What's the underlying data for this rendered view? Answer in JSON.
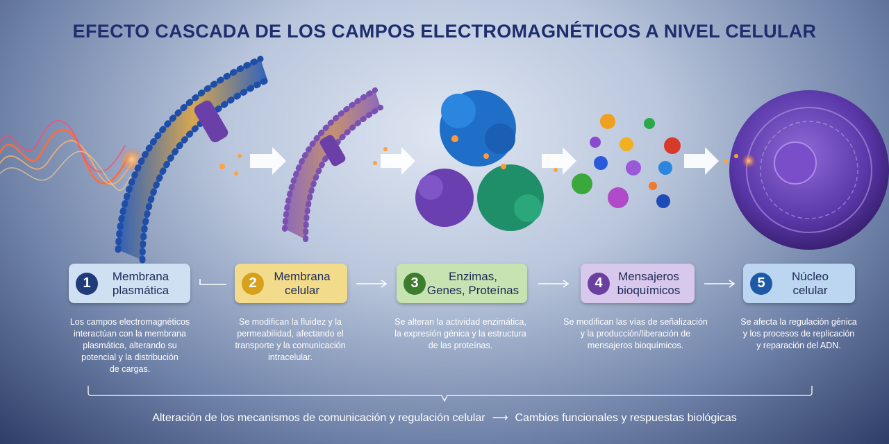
{
  "title": "EFECTO CASCADA DE LOS CAMPOS ELECTROMAGNÉTICOS A NIVEL CELULAR",
  "steps": [
    {
      "number": "1",
      "label": "Membrana\nplasmática",
      "description": "Los campos electromagnéticos\ninteractúan con la membrana\nplasmática, alterando su\npotencial y la distribución\nde cargas.",
      "color": "#cfe0f3",
      "badge_color": "#1f3b7a"
    },
    {
      "number": "2",
      "label": "Membrana\ncelular",
      "description": "Se modifican la fluidez y la\npermeabilidad, afectando el\ntransporte y la comunicación\nintracelular.",
      "color": "#f2dc8c",
      "badge_color": "#d8a11c"
    },
    {
      "number": "3",
      "label": "Enzimas,\nGenes, Proteínas",
      "description": "Se alteran la actividad enzimática,\nla expresión génica y la estructura\nde las proteínas.",
      "color": "#c7e3b2",
      "badge_color": "#3d7d2e"
    },
    {
      "number": "4",
      "label": "Mensajeros\nbioquímicos",
      "description": "Se modifican las vías de señalización\ny la producción/liberación de\nmensajeros bioquímicos.",
      "color": "#d8c8ec",
      "badge_color": "#6a3fa0"
    },
    {
      "number": "5",
      "label": "Núcleo\ncelular",
      "description": "Se afecta la regulación génica\ny los procesos de replicación\ny reparación del ADN.",
      "color": "#bcd6f1",
      "badge_color": "#1d5aa6"
    }
  ],
  "footer": {
    "left": "Alteración de los mecanismos de comunicación y regulación celular",
    "arrow": "⟶",
    "right": "Cambios funcionales y respuestas biológicas"
  }
}
